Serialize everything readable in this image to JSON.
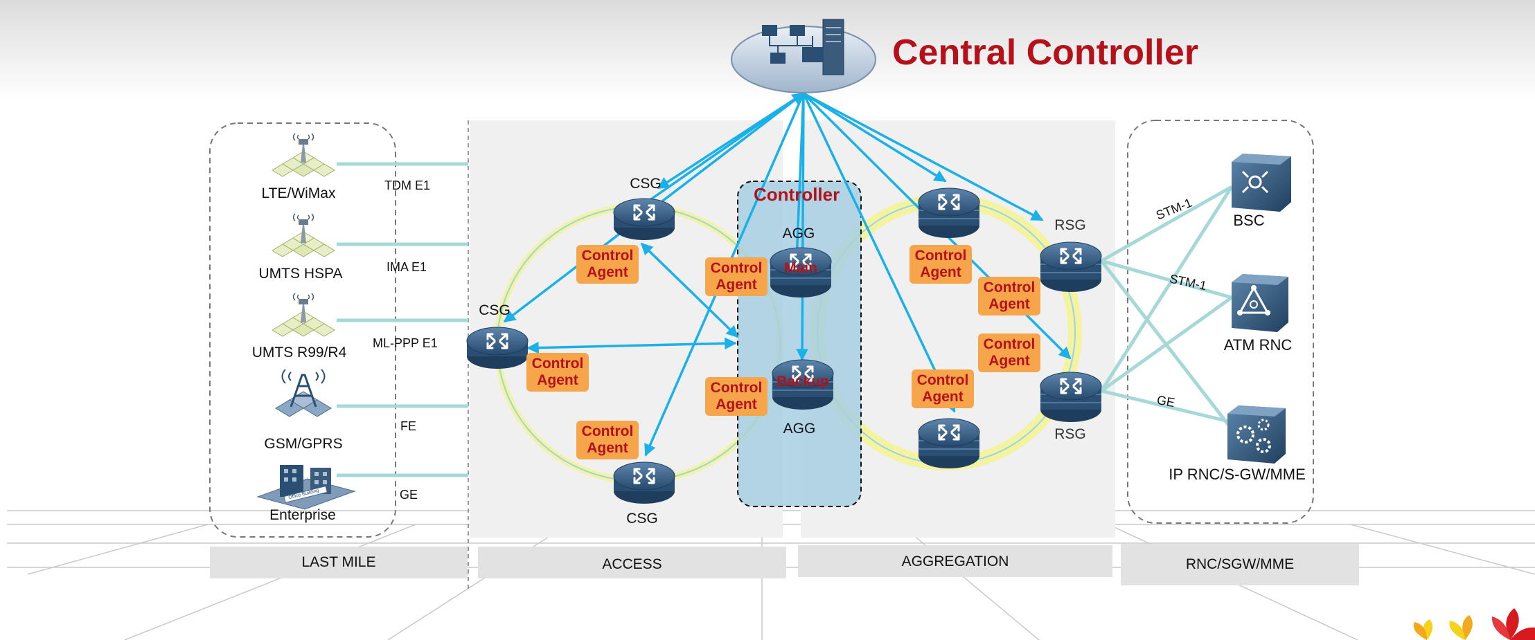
{
  "title": "Central Controller",
  "controller_label": "Controller",
  "services": [
    {
      "id": "lte",
      "label": "LTE/WiMax",
      "link": "TDM E1",
      "icon": "cell-tower-icon"
    },
    {
      "id": "umts-hspa",
      "label": "UMTS HSPA",
      "link": "IMA E1",
      "icon": "cell-tower-icon"
    },
    {
      "id": "umts-r99",
      "label": "UMTS R99/R4",
      "link": "ML-PPP E1",
      "icon": "cell-tower-icon"
    },
    {
      "id": "gsm",
      "label": "GSM/GPRS",
      "link": "FE",
      "icon": "radio-tower-icon"
    },
    {
      "id": "enterprise",
      "label": "Enterprise",
      "link": "GE",
      "icon": "office-building-icon",
      "icon_text": "Office Building"
    }
  ],
  "nodes": {
    "csg_top": "CSG",
    "csg_left": "CSG",
    "csg_bottom": "CSG",
    "agg_top": "AGG",
    "agg_bottom": "AGG",
    "rsg_top": "RSG",
    "rsg_bottom": "RSG"
  },
  "roles": {
    "main": "Main",
    "backup": "Backup"
  },
  "agent": {
    "line1": "Control",
    "line2": "Agent"
  },
  "rnc": [
    {
      "label": "BSC",
      "link": "STM-1",
      "icon": "bsc-icon"
    },
    {
      "label": "ATM RNC",
      "link": "STM-1",
      "icon": "atm-rnc-icon"
    },
    {
      "label": "IP RNC/S-GW/MME",
      "link": "GE",
      "icon": "ip-rnc-icon"
    }
  ],
  "zones": [
    "LAST  MILE",
    "ACCESS",
    "AGGREGATION",
    "RNC/SGW/MME"
  ],
  "colors": {
    "accent_red": "#b5111a",
    "control_link": "#1ab0e8",
    "service_link": "#a7d8d8",
    "agent_fill": "#f7a54a",
    "router_blue": "#2b4f73",
    "controller_zone": "#a8cfe2",
    "ring_yellow": "#f3f3a0"
  }
}
